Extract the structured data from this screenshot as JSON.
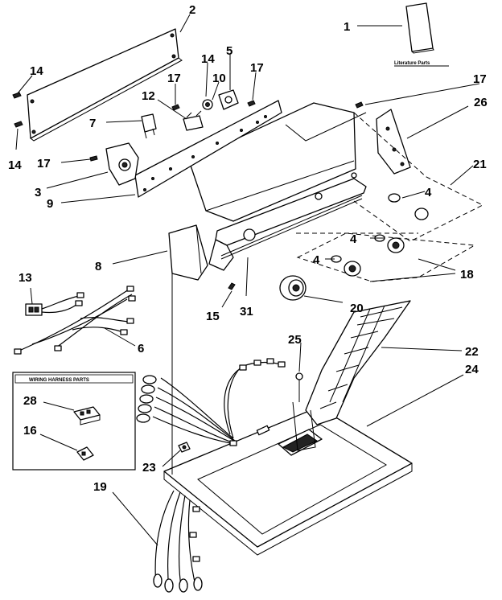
{
  "callouts": {
    "c1": "1",
    "c2": "2",
    "c3": "3",
    "c4a": "4",
    "c4b": "4",
    "c4c": "4",
    "c5": "5",
    "c6": "6",
    "c7": "7",
    "c8": "8",
    "c9": "9",
    "c10": "10",
    "c12": "12",
    "c13": "13",
    "c14a": "14",
    "c14b": "14",
    "c14c": "14",
    "c15": "15",
    "c16": "16",
    "c17a": "17",
    "c17b": "17",
    "c17c": "17",
    "c17d": "17",
    "c18": "18",
    "c19": "19",
    "c20": "20",
    "c21": "21",
    "c22": "22",
    "c23": "23",
    "c24": "24",
    "c25": "25",
    "c26": "26",
    "c28": "28",
    "c31": "31"
  },
  "literature_label": "Literature Parts",
  "wiring_box_title": "WIRING HARNESS PARTS"
}
